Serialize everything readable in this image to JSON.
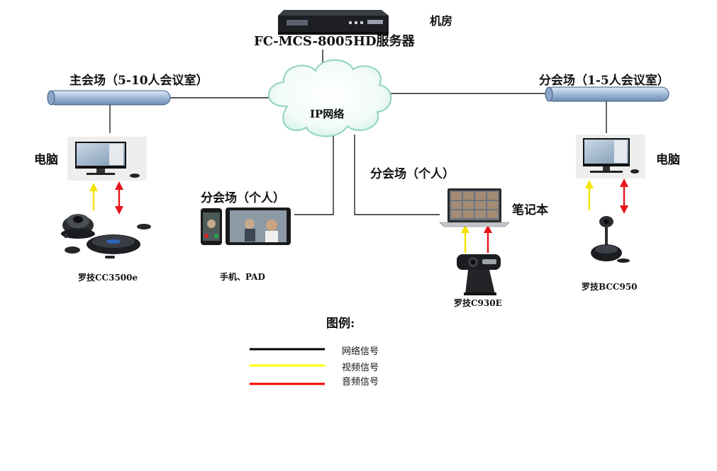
{
  "server": {
    "room_label": "机房",
    "name": "FC-MCS-8005HD服务器"
  },
  "network": {
    "label": "IP网络"
  },
  "main_venue": {
    "title": "主会场（5-10人会议室）",
    "pc_label": "电脑",
    "device_label": "罗技CC3500e"
  },
  "branch_room": {
    "title": "分会场（1-5人会议室）",
    "pc_label": "电脑",
    "device_label": "罗技BCC950"
  },
  "branch_mobile": {
    "title": "分会场（个人）",
    "device_label": "手机、PAD"
  },
  "branch_laptop": {
    "title": "分会场（个人）",
    "laptop_label": "笔记本",
    "device_label": "罗技C930E"
  },
  "legend": {
    "title": "图例:",
    "items": [
      {
        "label": "网络信号",
        "color": "#000000"
      },
      {
        "label": "视频信号",
        "color": "#ffff00"
      },
      {
        "label": "音频信号",
        "color": "#ff0000"
      }
    ]
  },
  "icons": [
    "server-icon",
    "cloud-icon",
    "pipe-icon",
    "monitor-icon",
    "conference-cam-icon",
    "phone-icon",
    "tablet-icon",
    "laptop-icon",
    "webcam-icon"
  ]
}
